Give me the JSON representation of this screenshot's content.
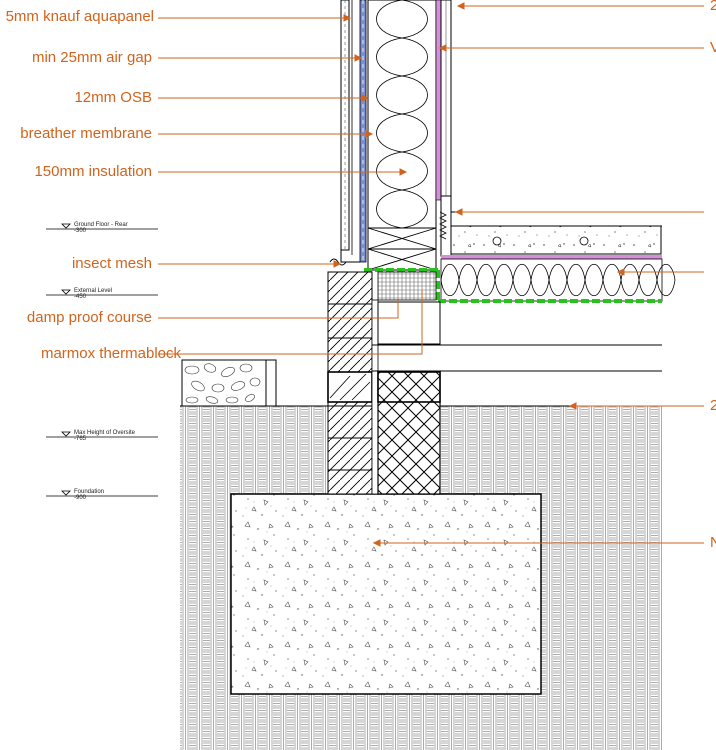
{
  "labels_left": [
    {
      "id": "aquapanel",
      "text": "5mm knauf aquapanel"
    },
    {
      "id": "air-gap",
      "text": "min 25mm air gap"
    },
    {
      "id": "osb",
      "text": "12mm OSB"
    },
    {
      "id": "breather-membrane",
      "text": "breather membrane"
    },
    {
      "id": "insulation",
      "text": "150mm insulation"
    },
    {
      "id": "insect-mesh",
      "text": "insect mesh"
    },
    {
      "id": "damp-proof-course",
      "text": "damp proof course"
    },
    {
      "id": "thermablock",
      "text": "marmox thermablock"
    }
  ],
  "labels_right": [
    {
      "id": "r1",
      "text": "2"
    },
    {
      "id": "r2",
      "text": "V"
    },
    {
      "id": "r3",
      "text": ""
    },
    {
      "id": "r4",
      "text": ""
    },
    {
      "id": "r5",
      "text": "2"
    },
    {
      "id": "r6",
      "text": "N"
    }
  ],
  "levels": [
    {
      "id": "ground-floor-rear",
      "name": "Ground Floor - Rear",
      "value": "-300"
    },
    {
      "id": "external-level",
      "name": "External Level",
      "value": "-450"
    },
    {
      "id": "max-height-oversite",
      "name": "Max Height of Oversite",
      "value": "-765"
    },
    {
      "id": "foundation",
      "name": "Foundation",
      "value": "-900"
    }
  ],
  "colors": {
    "annotation": "#d0641e",
    "cladding_board": "#7b8fd0",
    "vapour_layer": "#d58ed8",
    "dpc_membrane": "#27c21f",
    "line": "#000000"
  }
}
